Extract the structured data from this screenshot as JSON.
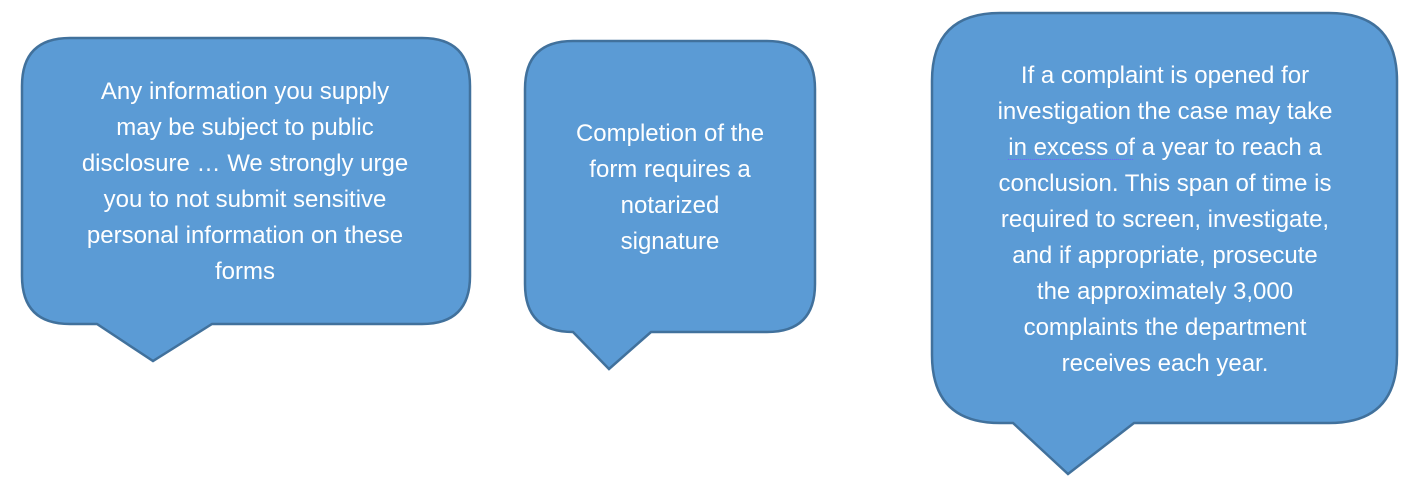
{
  "style": {
    "bubble_fill": "#5b9bd5",
    "bubble_stroke": "#41719c",
    "text_color": "#ffffff"
  },
  "bubbles": [
    {
      "lines": [
        "Any information you supply",
        "may be subject to public",
        "disclosure … We strongly urge",
        "you to not submit sensitive",
        "personal information on these",
        "forms"
      ]
    },
    {
      "lines": [
        "Completion of the",
        "form requires a",
        "notarized",
        "signature"
      ]
    },
    {
      "lines": [
        "If a complaint is opened for",
        "investigation the case may take",
        "in excess of a year to reach a",
        "conclusion.  This span of time is",
        "required to screen, investigate,",
        "and if appropriate, prosecute",
        "the approximately 3,000",
        "complaints the department",
        "receives each year."
      ]
    }
  ]
}
